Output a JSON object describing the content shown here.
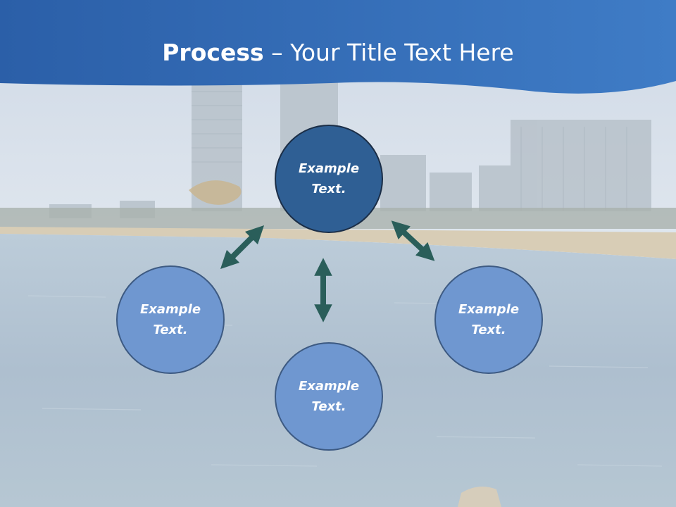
{
  "title": {
    "bold": "Process",
    "separator": " – ",
    "rest": "Your Title Text Here"
  },
  "nodes": {
    "top": "Example Text.",
    "left": "Example Text.",
    "right": "Example Text.",
    "bottom": "Example Text."
  },
  "colors": {
    "header_blue": "#3b74c0",
    "center_node": "#2f5f94",
    "leaf_node": "#6f97d0",
    "arrow": "#2a5e5a"
  }
}
